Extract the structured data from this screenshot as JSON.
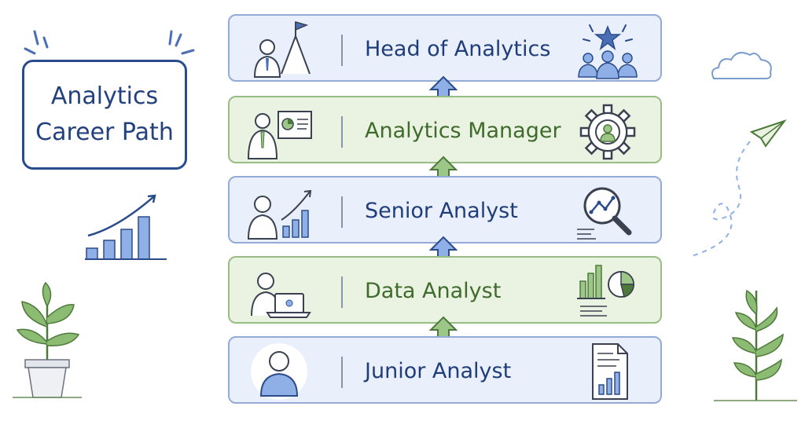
{
  "title": {
    "line1": "Analytics",
    "line2": "Career Path"
  },
  "stages": [
    {
      "label": "Head of Analytics",
      "theme": "blue",
      "person_icon": "leader-flag-mountain-icon",
      "role_icon": "team-star-icon"
    },
    {
      "label": "Analytics Manager",
      "theme": "green",
      "person_icon": "manager-presentation-icon",
      "role_icon": "gear-person-icon"
    },
    {
      "label": "Senior Analyst",
      "theme": "blue",
      "person_icon": "analyst-growth-chart-icon",
      "role_icon": "magnifier-trend-icon"
    },
    {
      "label": "Data Analyst",
      "theme": "green",
      "person_icon": "analyst-laptop-icon",
      "role_icon": "bar-pie-chart-icon"
    },
    {
      "label": "Junior Analyst",
      "theme": "blue",
      "person_icon": "person-icon",
      "role_icon": "report-document-icon"
    }
  ],
  "colors": {
    "blue_fill": "#e9f0fb",
    "blue_border": "#93abd6",
    "blue_text": "#1f3d7a",
    "green_fill": "#eaf3e1",
    "green_border": "#98bd84",
    "green_text": "#3f6b2c",
    "arrow_blue": "#8fb0e6",
    "arrow_green": "#9cc788"
  }
}
